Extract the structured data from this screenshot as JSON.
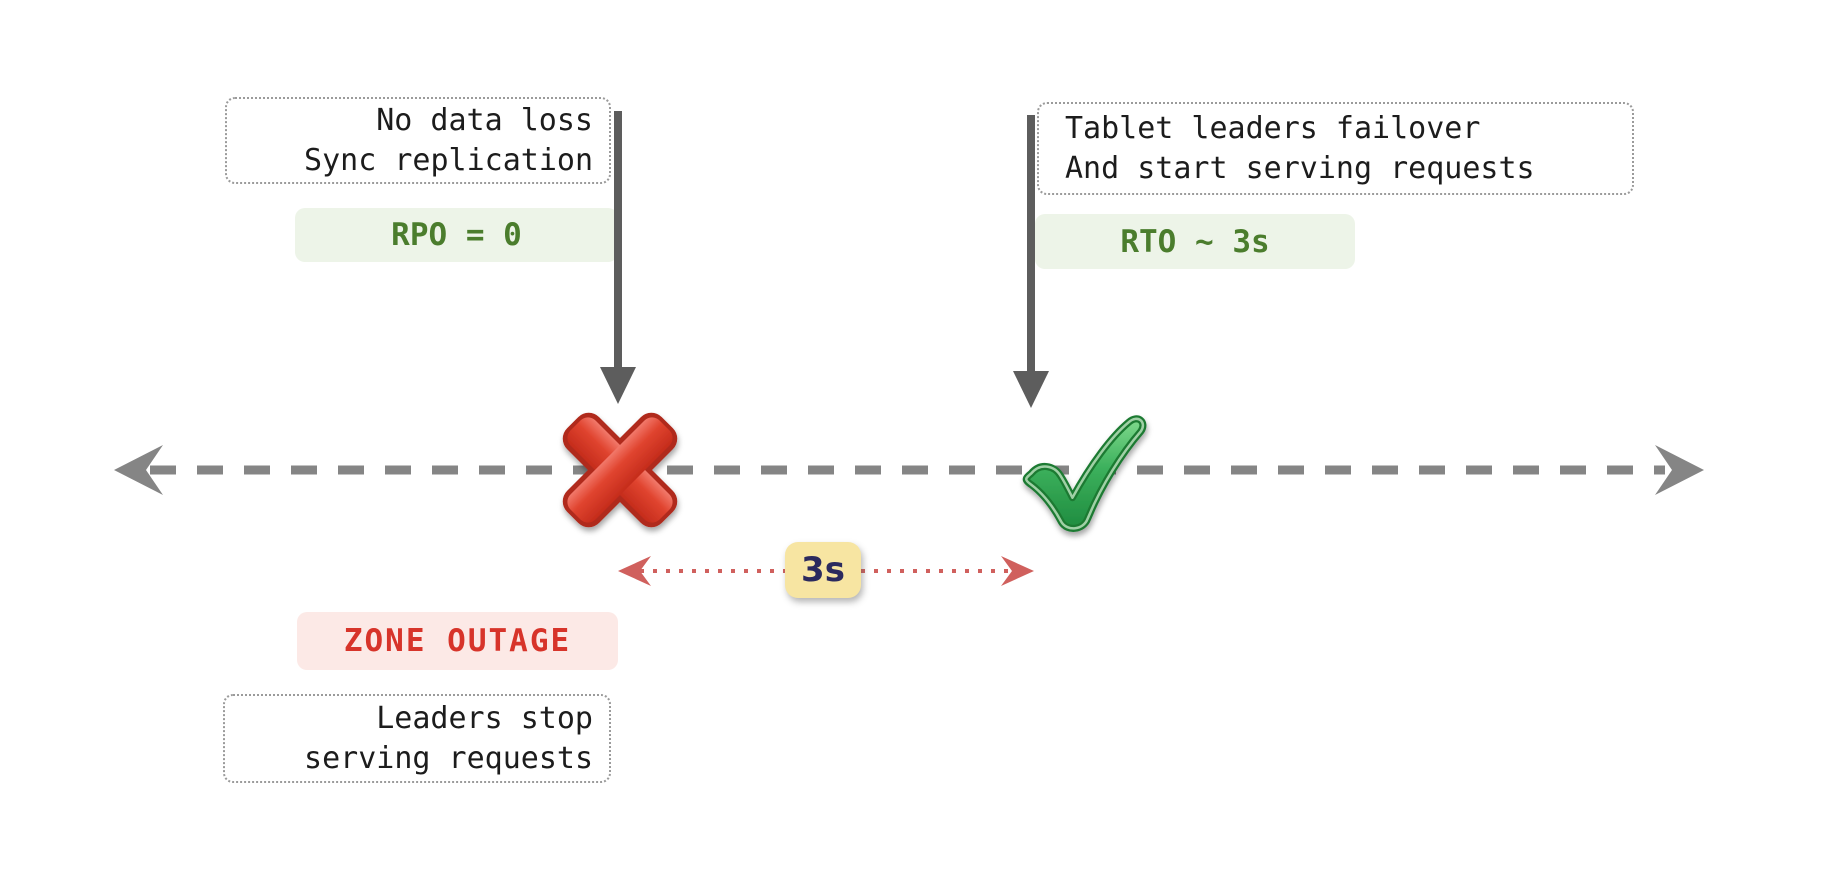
{
  "colors": {
    "background": "#ffffff",
    "timeline": "#858585",
    "event-arrow": "#5d5d5d",
    "note-border": "#9b9b9b",
    "note-text": "#1c1c1c",
    "green-badge-bg": "#edf4e8",
    "green-badge-text": "#4b7d2d",
    "red-badge-bg": "#fce9e6",
    "red-badge-text": "#d7342a",
    "duration-arrow": "#d0605d",
    "duration-badge-bg": "#f7e5a2",
    "duration-badge-text": "#2b2a5e",
    "cross-red": "#d9382a",
    "check-green": "#2f9e4f"
  },
  "notes": {
    "rpo": {
      "line1": "No data loss",
      "line2": "Sync replication"
    },
    "rto": {
      "line1": "Tablet leaders failover",
      "line2": "And start serving requests"
    },
    "outage": {
      "line1": "Leaders stop",
      "line2": "serving requests"
    }
  },
  "badges": {
    "rpo": "RPO = 0",
    "rto": "RTO ~ 3s",
    "outage": "ZONE OUTAGE",
    "duration": "3s"
  },
  "icons": {
    "cross": "cross-mark-icon",
    "check": "check-mark-icon",
    "timeline": "double-headed-dashed-arrow",
    "outage_event": "down-arrow-icon",
    "failover_event": "down-arrow-icon",
    "duration": "double-headed-dotted-arrow"
  }
}
